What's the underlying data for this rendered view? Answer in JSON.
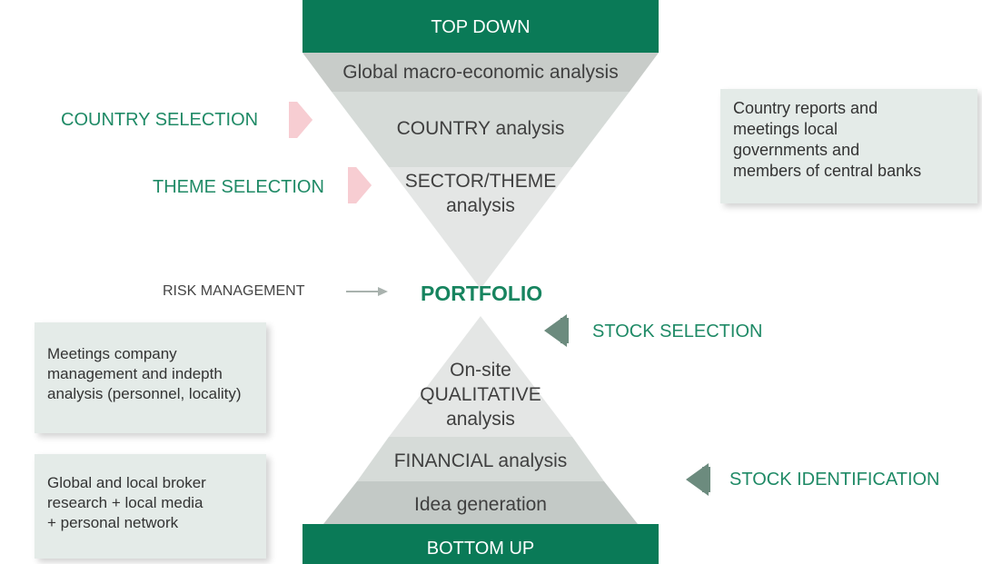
{
  "top_band": {
    "title": "TOP DOWN",
    "color": "#0a7a57"
  },
  "bottom_band": {
    "title": "BOTTOM UP",
    "color": "#0a7a57"
  },
  "funnel": {
    "levels": [
      {
        "label": "Global macro-economic analysis",
        "color": "#c8ccc9"
      },
      {
        "label": "COUNTRY analysis",
        "color": "#d6dbd8"
      },
      {
        "label_line1": "SECTOR/THEME",
        "label_line2": "analysis",
        "color": "#e4e6e5"
      }
    ]
  },
  "pyramid": {
    "levels": [
      {
        "label_line1": "On-site",
        "label_line2": "QUALITATIVE",
        "label_line3": "analysis",
        "color": "#e4e6e5"
      },
      {
        "label": "FINANCIAL analysis",
        "color": "#d6dbd8"
      },
      {
        "label": "Idea generation",
        "color": "#c3c9c6"
      }
    ]
  },
  "center": {
    "portfolio": "PORTFOLIO",
    "risk_management": "RISK MANAGEMENT"
  },
  "left_labels": {
    "country_selection": "COUNTRY SELECTION",
    "theme_selection": "THEME SELECTION"
  },
  "right_labels": {
    "stock_selection": "STOCK SELECTION",
    "stock_identification": "STOCK IDENTIFICATION"
  },
  "notes": {
    "country_reports": {
      "line1": "Country reports and",
      "line2": "meetings local",
      "line3": "governments and",
      "line4": "members of central banks"
    },
    "company_meetings": {
      "line1": "Meetings company",
      "line2": "management and indepth",
      "line3": "analysis (personnel, locality)"
    },
    "broker_research": {
      "line1": "Global and local broker",
      "line2": "research + local media",
      "line3": "+ personal network"
    }
  },
  "icons": {
    "pink_arrow": "arrow-right-icon",
    "green_arrow": "arrow-left-icon",
    "risk_arrow": "thin-arrow-right-icon"
  },
  "colors": {
    "accent_green": "#1f8a66",
    "pink_arrow": "#f7cdd2",
    "green_arrow": "#6c8b7e",
    "note_bg": "#e4ebe8"
  }
}
